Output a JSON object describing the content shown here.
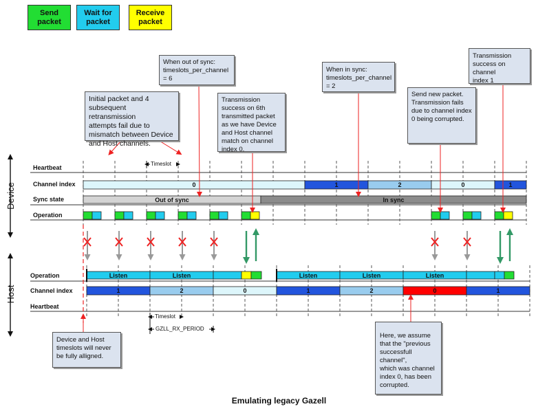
{
  "legend": {
    "send": {
      "label": "Send\npacket",
      "color": "#22dd33"
    },
    "wait": {
      "label": "Wait for\npacket",
      "color": "#22ccee"
    },
    "receive": {
      "label": "Receive\npacket",
      "color": "#ffff00"
    }
  },
  "device": {
    "label": "Device",
    "rows": {
      "heartbeat": "Heartbeat",
      "channel_index": "Channel index",
      "sync_state": "Sync state",
      "operation": "Operation"
    },
    "channel_segments": [
      "0",
      "1",
      "2",
      "0",
      "1"
    ],
    "sync_segments": [
      "Out of sync",
      "In sync"
    ],
    "timeslot_label": "Timeslot"
  },
  "host": {
    "label": "Host",
    "rows": {
      "operation": "Operation",
      "channel_index": "Channel index",
      "heartbeat": "Heartbeat"
    },
    "listen_label": "Listen",
    "channel_segments": [
      "1",
      "2",
      "0",
      "1",
      "2",
      "0",
      "1"
    ],
    "timeslot_label": "Timeslot",
    "rx_period_label": "GZLL_RX_PERIOD"
  },
  "callouts": {
    "initial": "Initial packet and 4\nsubsequent retransmission\nattempts fail due to\nmismatch between Device\nand Host channels.",
    "out_of_sync": "When out of sync:\ntimeslots_per_channel\n= 6",
    "success6": "Transmission\nsuccess on 6th\ntransmitted packet\nas we have Device\nand Host channel\nmatch on channel\nindex 0.",
    "in_sync": "When in sync:\ntimeslots_per_channel\n= 2",
    "send_new": "Send new packet.\nTransmission fails\ndue to channel index\n0 being corrupted.",
    "success1": "Transmission\nsuccess on channel\nindex 1",
    "alligned": "Device and Host\ntimeslots will never\nbe fully alligned.",
    "assume": "Here, we assume\nthat the \"previous\nsuccessfull channel\",\nwhich was channel\nindex 0, has been\ncorrupted."
  },
  "title": "Emulating legacy Gazell",
  "colors": {
    "dark_blue": "#2255dd",
    "mid_blue": "#99ccee",
    "light_cyan": "#ddf6fb",
    "red": "#ff0000",
    "gray_light": "#d4d4d4",
    "gray_dark": "#8c8c8c",
    "arrow_red": "#ee2222",
    "arrow_gray": "#999999",
    "arrow_green": "#339966"
  }
}
